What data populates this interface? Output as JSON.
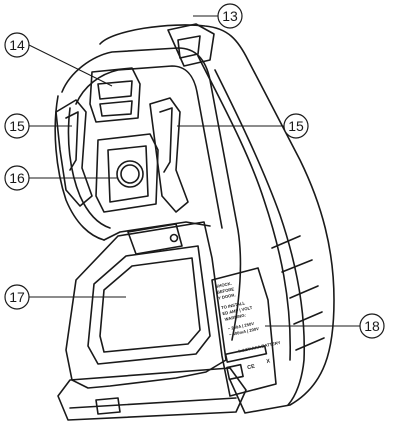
{
  "callouts": [
    {
      "id": "13",
      "label": "13"
    },
    {
      "id": "14",
      "label": "14"
    },
    {
      "id": "15a",
      "label": "15"
    },
    {
      "id": "15b",
      "label": "15"
    },
    {
      "id": "16",
      "label": "16"
    },
    {
      "id": "17",
      "label": "17"
    },
    {
      "id": "18",
      "label": "18"
    }
  ],
  "back_label": {
    "lines": [
      "SHOCK.",
      "BEFORE",
      "Y DOOR.",
      "TO INSTALL",
      "ED AMP | VOLT",
      "WARNING:",
      "~ 200A | 250V",
      "~ 400mA | 200V"
    ],
    "battery": "4x1.5V AAA BATTERY",
    "marks": [
      "CE",
      "X"
    ]
  }
}
